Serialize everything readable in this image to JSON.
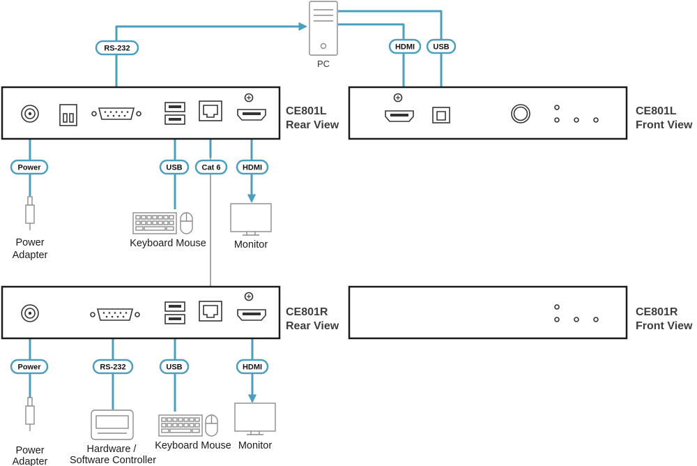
{
  "colors": {
    "cable": "#4a9fc0",
    "device_outline": "#1a1a1a",
    "peripheral": "#8a8a8a"
  },
  "pc": {
    "label": "PC"
  },
  "units": {
    "local": {
      "model": "CE801L",
      "rear_view": "Rear View",
      "front_view": "Front View"
    },
    "remote": {
      "model": "CE801R",
      "rear_view": "Rear View",
      "front_view": "Front View"
    }
  },
  "connections": {
    "rs232_top": "RS-232",
    "hdmi_top": "HDMI",
    "usb_top": "USB",
    "power_local": "Power",
    "usb_local": "USB",
    "cat6": "Cat 6",
    "hdmi_local": "HDMI",
    "power_remote": "Power",
    "rs232_remote": "RS-232",
    "usb_remote": "USB",
    "hdmi_remote": "HDMI"
  },
  "peripherals": {
    "power_adapter_local": [
      "Power",
      "Adapter"
    ],
    "keyboard_mouse_local": "Keyboard Mouse",
    "monitor_local": "Monitor",
    "power_adapter_remote": [
      "Power",
      "Adapter"
    ],
    "controller_remote": [
      "Hardware /",
      "Software Controller"
    ],
    "keyboard_mouse_remote": "Keyboard Mouse",
    "monitor_remote": "Monitor"
  },
  "icons": {
    "power_jack": "dc-jack-icon",
    "dip_switch": "dip-switch-icon",
    "serial_port": "db9-port-icon",
    "usb_port": "usb-a-port-icon",
    "rj45_port": "rj45-port-icon",
    "hdmi_port": "hdmi-port-icon",
    "usb_b_port": "usb-b-port-icon",
    "keyboard": "keyboard-icon",
    "mouse": "mouse-icon",
    "monitor": "monitor-icon",
    "pc_tower": "pc-tower-icon",
    "plug": "plug-icon",
    "controller": "controller-icon"
  }
}
